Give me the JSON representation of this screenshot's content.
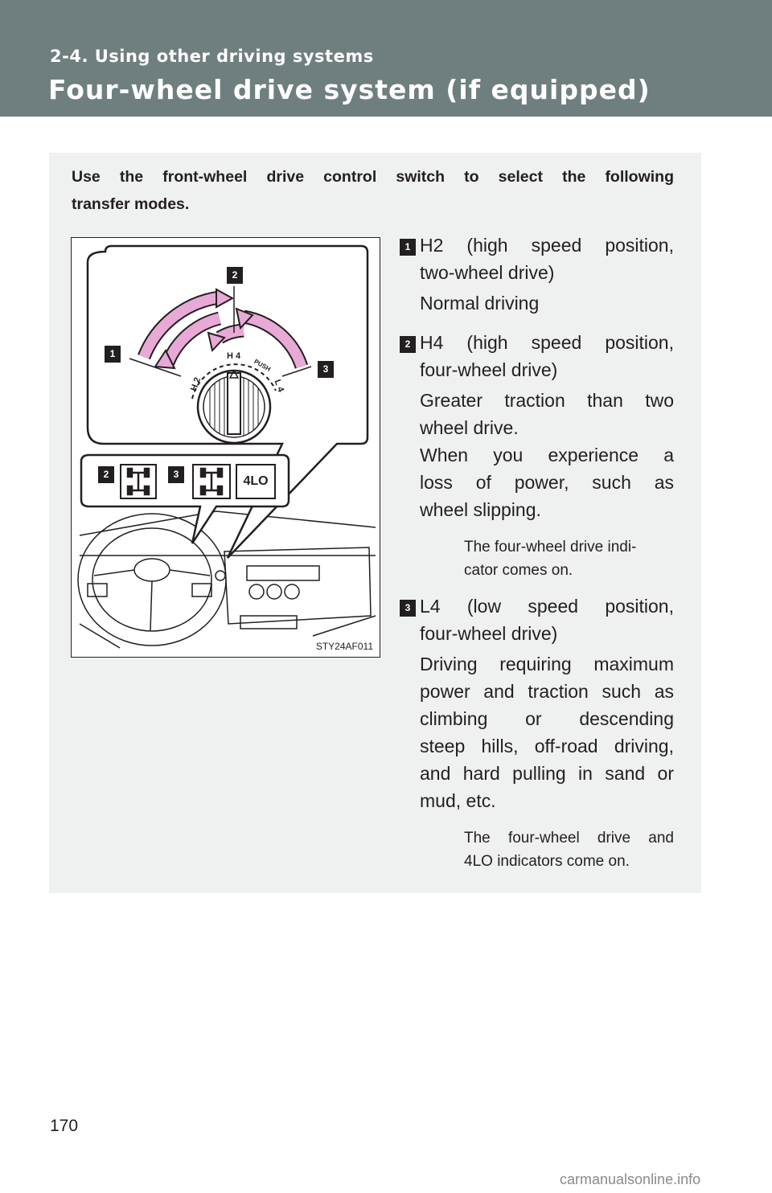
{
  "header": {
    "section": "2-4. Using other driving systems",
    "title": "Four-wheel drive system (if equipped)"
  },
  "intro": {
    "line1": "Use the front-wheel drive control switch to select the following",
    "line2": "transfer modes."
  },
  "figure": {
    "code": "STY24AF011",
    "labels": {
      "h4": "H 4",
      "h2": "H 2",
      "l4": "L 4",
      "push": "PUSH",
      "indicator": "4LO"
    },
    "callouts": [
      "1",
      "2",
      "3",
      "2",
      "3"
    ],
    "arrow_color": "#e8a9d6"
  },
  "items": [
    {
      "num": "1",
      "head_l1": "H2 (high speed position,",
      "head_l2": "two-wheel drive)",
      "desc": [
        "Normal driving"
      ],
      "note": []
    },
    {
      "num": "2",
      "head_l1": "H4 (high speed position,",
      "head_l2": "four-wheel drive)",
      "desc": [
        "Greater traction than two",
        "wheel drive.",
        "When you experience a",
        "loss of power, such as",
        "wheel slipping."
      ],
      "note": [
        "The four-wheel drive indi-",
        "cator comes on."
      ]
    },
    {
      "num": "3",
      "head_l1": "L4 (low speed position,",
      "head_l2": "four-wheel drive)",
      "desc": [
        "Driving requiring maximum",
        "power and traction such as",
        "climbing or descending",
        "steep hills, off-road driving,",
        "and hard pulling in sand or",
        "mud, etc."
      ],
      "note": [
        "The four-wheel drive and",
        "4LO indicators come on."
      ]
    }
  ],
  "page_number": "170",
  "watermark": "carmanualsonline.info"
}
